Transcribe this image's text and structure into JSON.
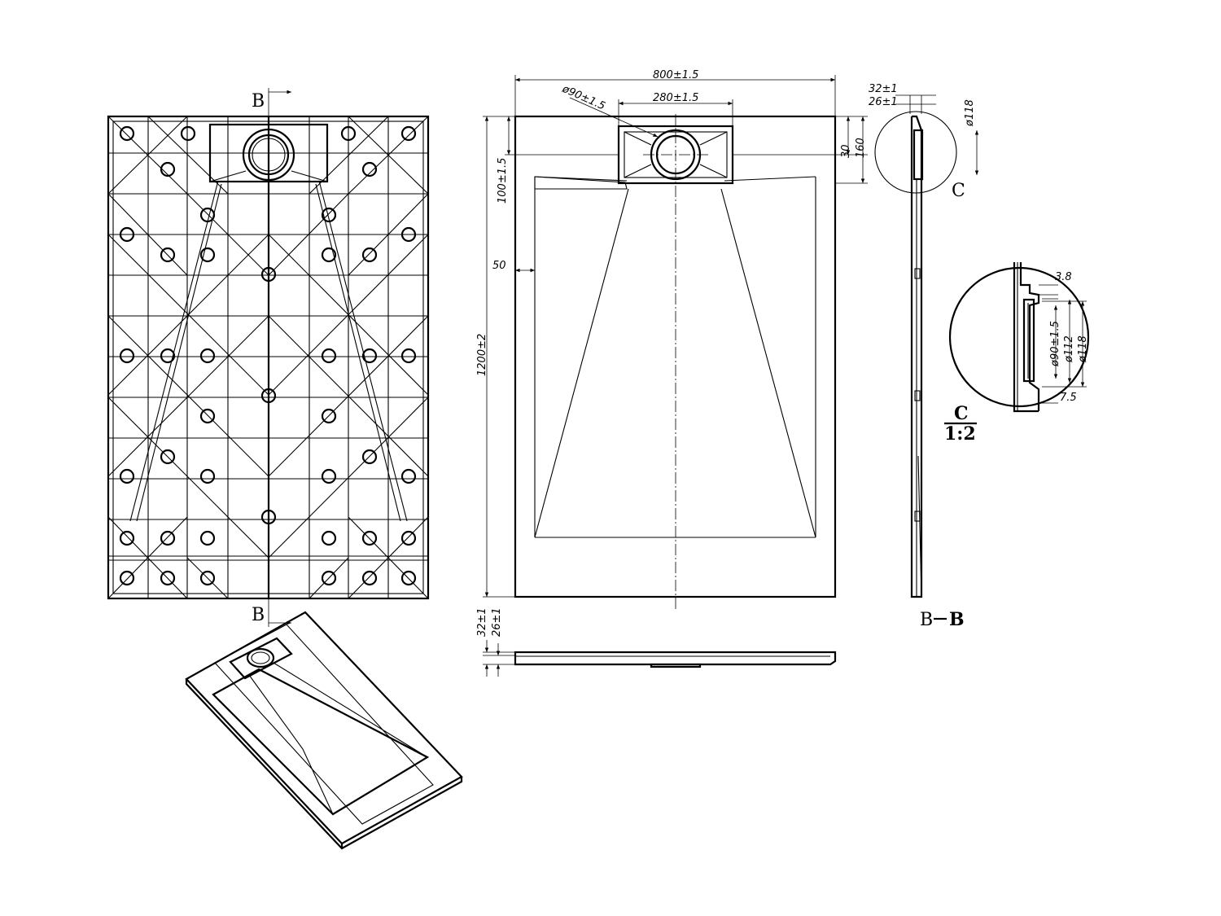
{
  "labels": {
    "section_top": "B",
    "section_bottom": "B",
    "section_view": "B",
    "section_view_bold": "B",
    "detail_ref": "C",
    "detail_title": "C",
    "detail_scale": "1:2"
  },
  "dimensions": {
    "width": "800±1.5",
    "drain_box_width": "280±1.5",
    "drain_diameter": "ø90±1.5",
    "length": "1200±2",
    "drain_offset": "100±1.5",
    "border": "50",
    "height_total": "32±1",
    "height_base": "26±1",
    "side_30": "30",
    "side_160": "160",
    "detail_ring": "ø118",
    "detail_3_8": "3.8",
    "detail_d90": "ø90±1.5",
    "detail_d112": "ø112",
    "detail_d118": "ø118",
    "detail_7_5": "7.5"
  }
}
